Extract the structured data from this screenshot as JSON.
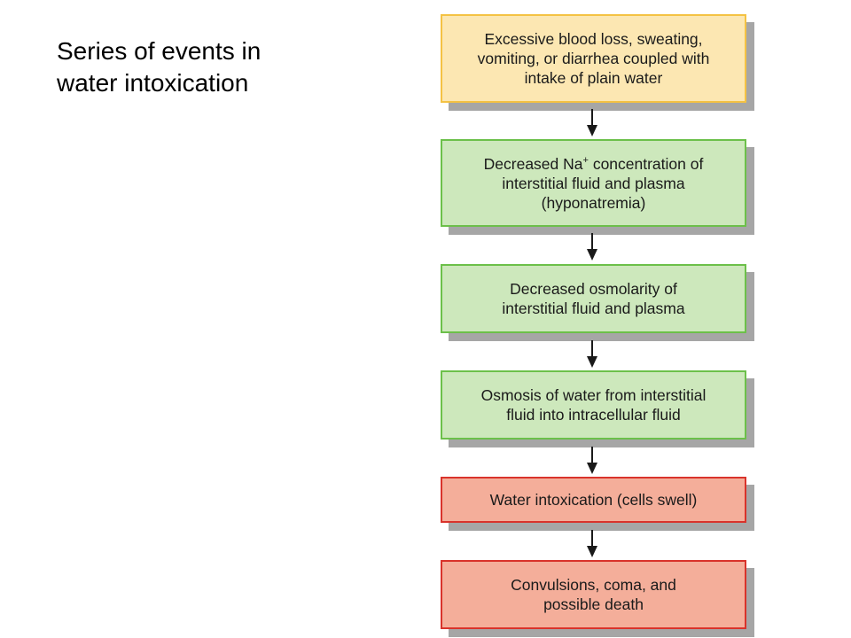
{
  "title": {
    "lines": [
      "Series of events in",
      "water intoxication"
    ]
  },
  "colors": {
    "yellow_fill": "#fce7b2",
    "yellow_border": "#f4c243",
    "green_fill": "#cde8bc",
    "green_border": "#6cc04a",
    "red_fill": "#f4ae9a",
    "red_border": "#d9332b",
    "shadow": "#a6a6a6",
    "arrow": "#1a1a1a"
  },
  "steps": [
    {
      "lines": [
        "Excessive blood loss, sweating,",
        "vomiting, or diarrhea coupled with",
        "intake of plain water"
      ]
    },
    {
      "line1_before": "Decreased Na",
      "line1_sup": "+",
      "line1_after": " concentration of",
      "lines_rest": [
        "interstitial fluid and plasma",
        "(hyponatremia)"
      ]
    },
    {
      "lines": [
        "Decreased osmolarity of",
        "interstitial fluid and plasma"
      ]
    },
    {
      "lines": [
        "Osmosis of water from interstitial",
        "fluid into intracellular fluid"
      ]
    },
    {
      "lines": [
        "Water intoxication (cells swell)"
      ]
    },
    {
      "lines": [
        "Convulsions, coma, and",
        "possible death"
      ]
    }
  ]
}
